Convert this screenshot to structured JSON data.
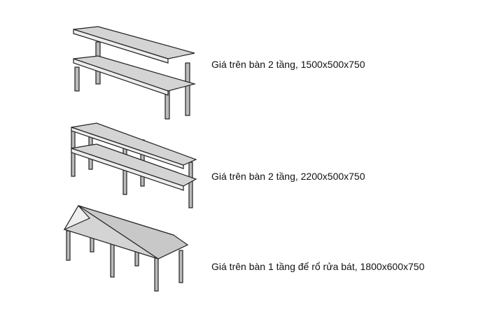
{
  "products": [
    {
      "caption": "Giá trên bàn 2 tầng, 1500x500x750"
    },
    {
      "caption": "Giá trên bàn 2 tầng, 2200x500x750"
    },
    {
      "caption": "Giá trên bàn 1 tầng để rổ rửa bát, 1800x600x750"
    }
  ]
}
